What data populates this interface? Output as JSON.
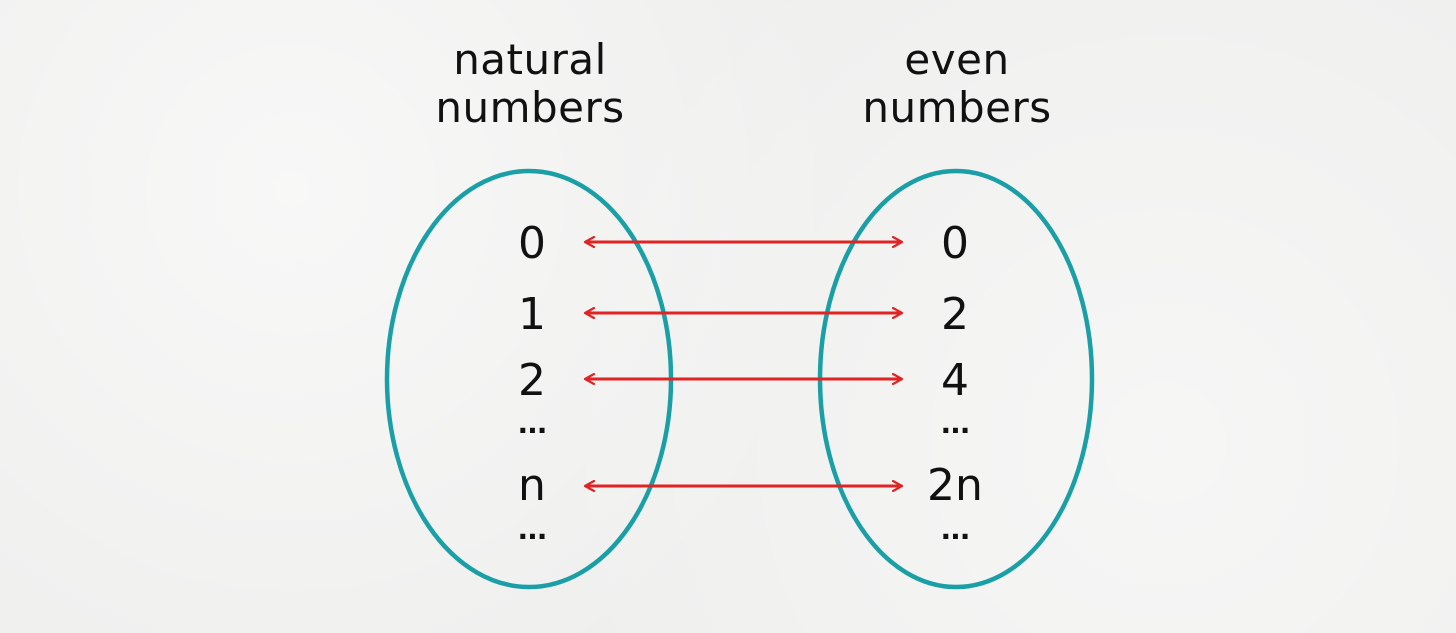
{
  "sets": {
    "natural": {
      "title_line1": "natural",
      "title_line2": "numbers",
      "elements": [
        "0",
        "1",
        "2",
        "n"
      ]
    },
    "even": {
      "title_line1": "even",
      "title_line2": "numbers",
      "elements": [
        "0",
        "2",
        "4",
        "2n"
      ]
    }
  },
  "ellipsis": "...",
  "colors": {
    "set_outline": "#1a9fa6",
    "arrow": "#e02424",
    "text": "#111111",
    "background": "#efefee"
  },
  "icons": {
    "arrow": "double-headed-arrow-icon"
  }
}
